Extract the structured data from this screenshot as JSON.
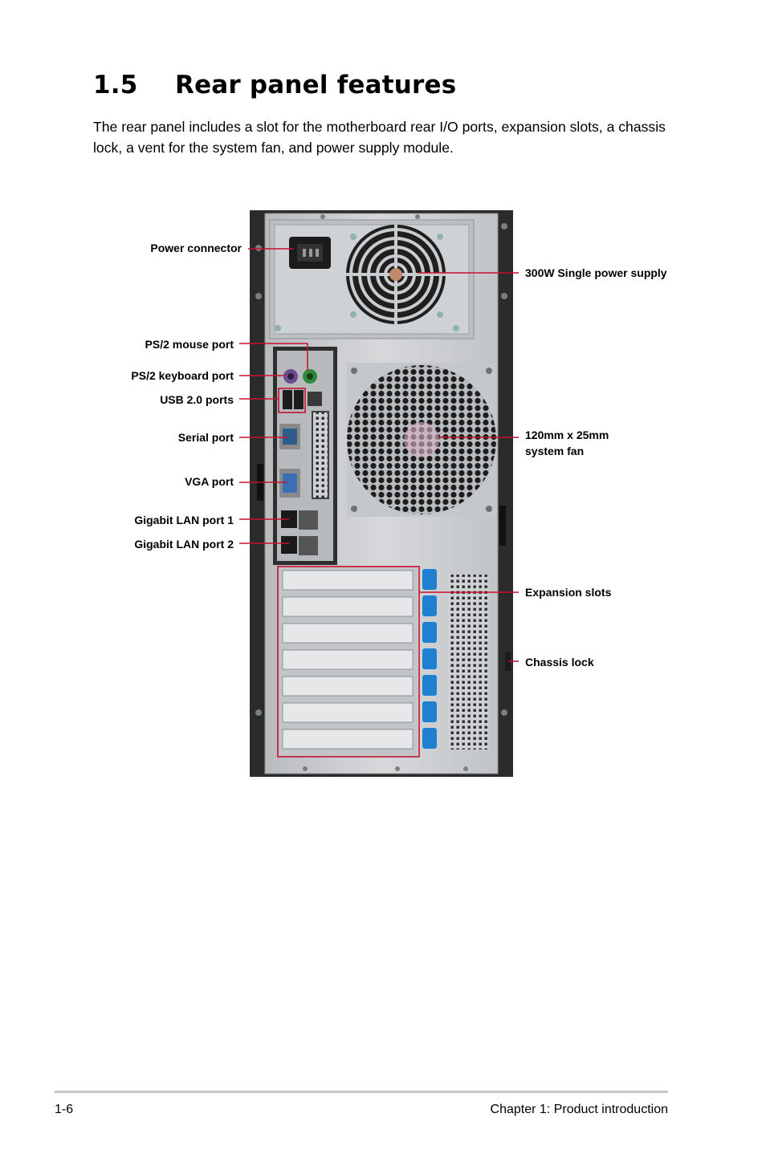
{
  "section": {
    "number": "1.5",
    "title": "Rear panel features"
  },
  "intro": "The rear panel includes a slot for the motherboard rear I/O ports, expansion slots, a chassis lock, a vent for the system fan, and power supply module.",
  "labels": {
    "power_connector": "Power connector",
    "psu": "300W Single power supply",
    "ps2_mouse": "PS/2 mouse port",
    "ps2_keyboard": "PS/2 keyboard port",
    "usb": "USB 2.0 ports",
    "serial": "Serial port",
    "fan_line1": "120mm x 25mm",
    "fan_line2": "system fan",
    "vga": "VGA port",
    "lan1": "Gigabit LAN port 1",
    "lan2": "Gigabit LAN port 2",
    "expansion": "Expansion slots",
    "chassis_lock": "Chassis lock"
  },
  "colors": {
    "leader": "#c8102e",
    "chassis": "#c9cccf",
    "frame": "#2a2a2a",
    "slot_lever": "#1f7fd1"
  },
  "footer": {
    "page": "1-6",
    "chapter": "Chapter 1:  Product introduction"
  }
}
